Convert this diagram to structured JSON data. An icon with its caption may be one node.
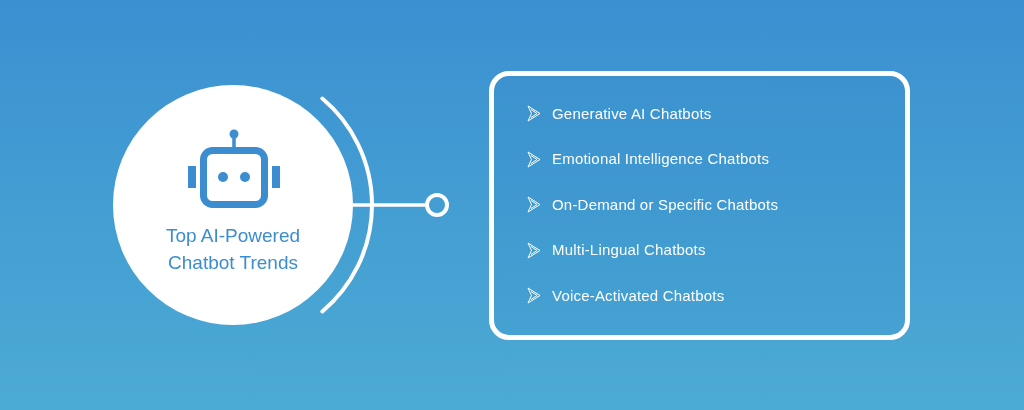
{
  "diagram": {
    "nodes": [
      {
        "text": [
          "Top AI-Powered Chatbot Trends"
        ]
      },
      {
        "text": [],
        "shape": "circle"
      },
      {
        "text": [
          "Generative AI Chatbots",
          "Emotional Intelligence Chatbots",
          "On-Demand or Specific Chatbots",
          "Multi-Lingual Chatbots",
          "Voice-Activated Chatbots"
        ]
      }
    ],
    "edges": [
      {
        "from": 0,
        "to": 1,
        "arrow": "none"
      }
    ]
  }
}
